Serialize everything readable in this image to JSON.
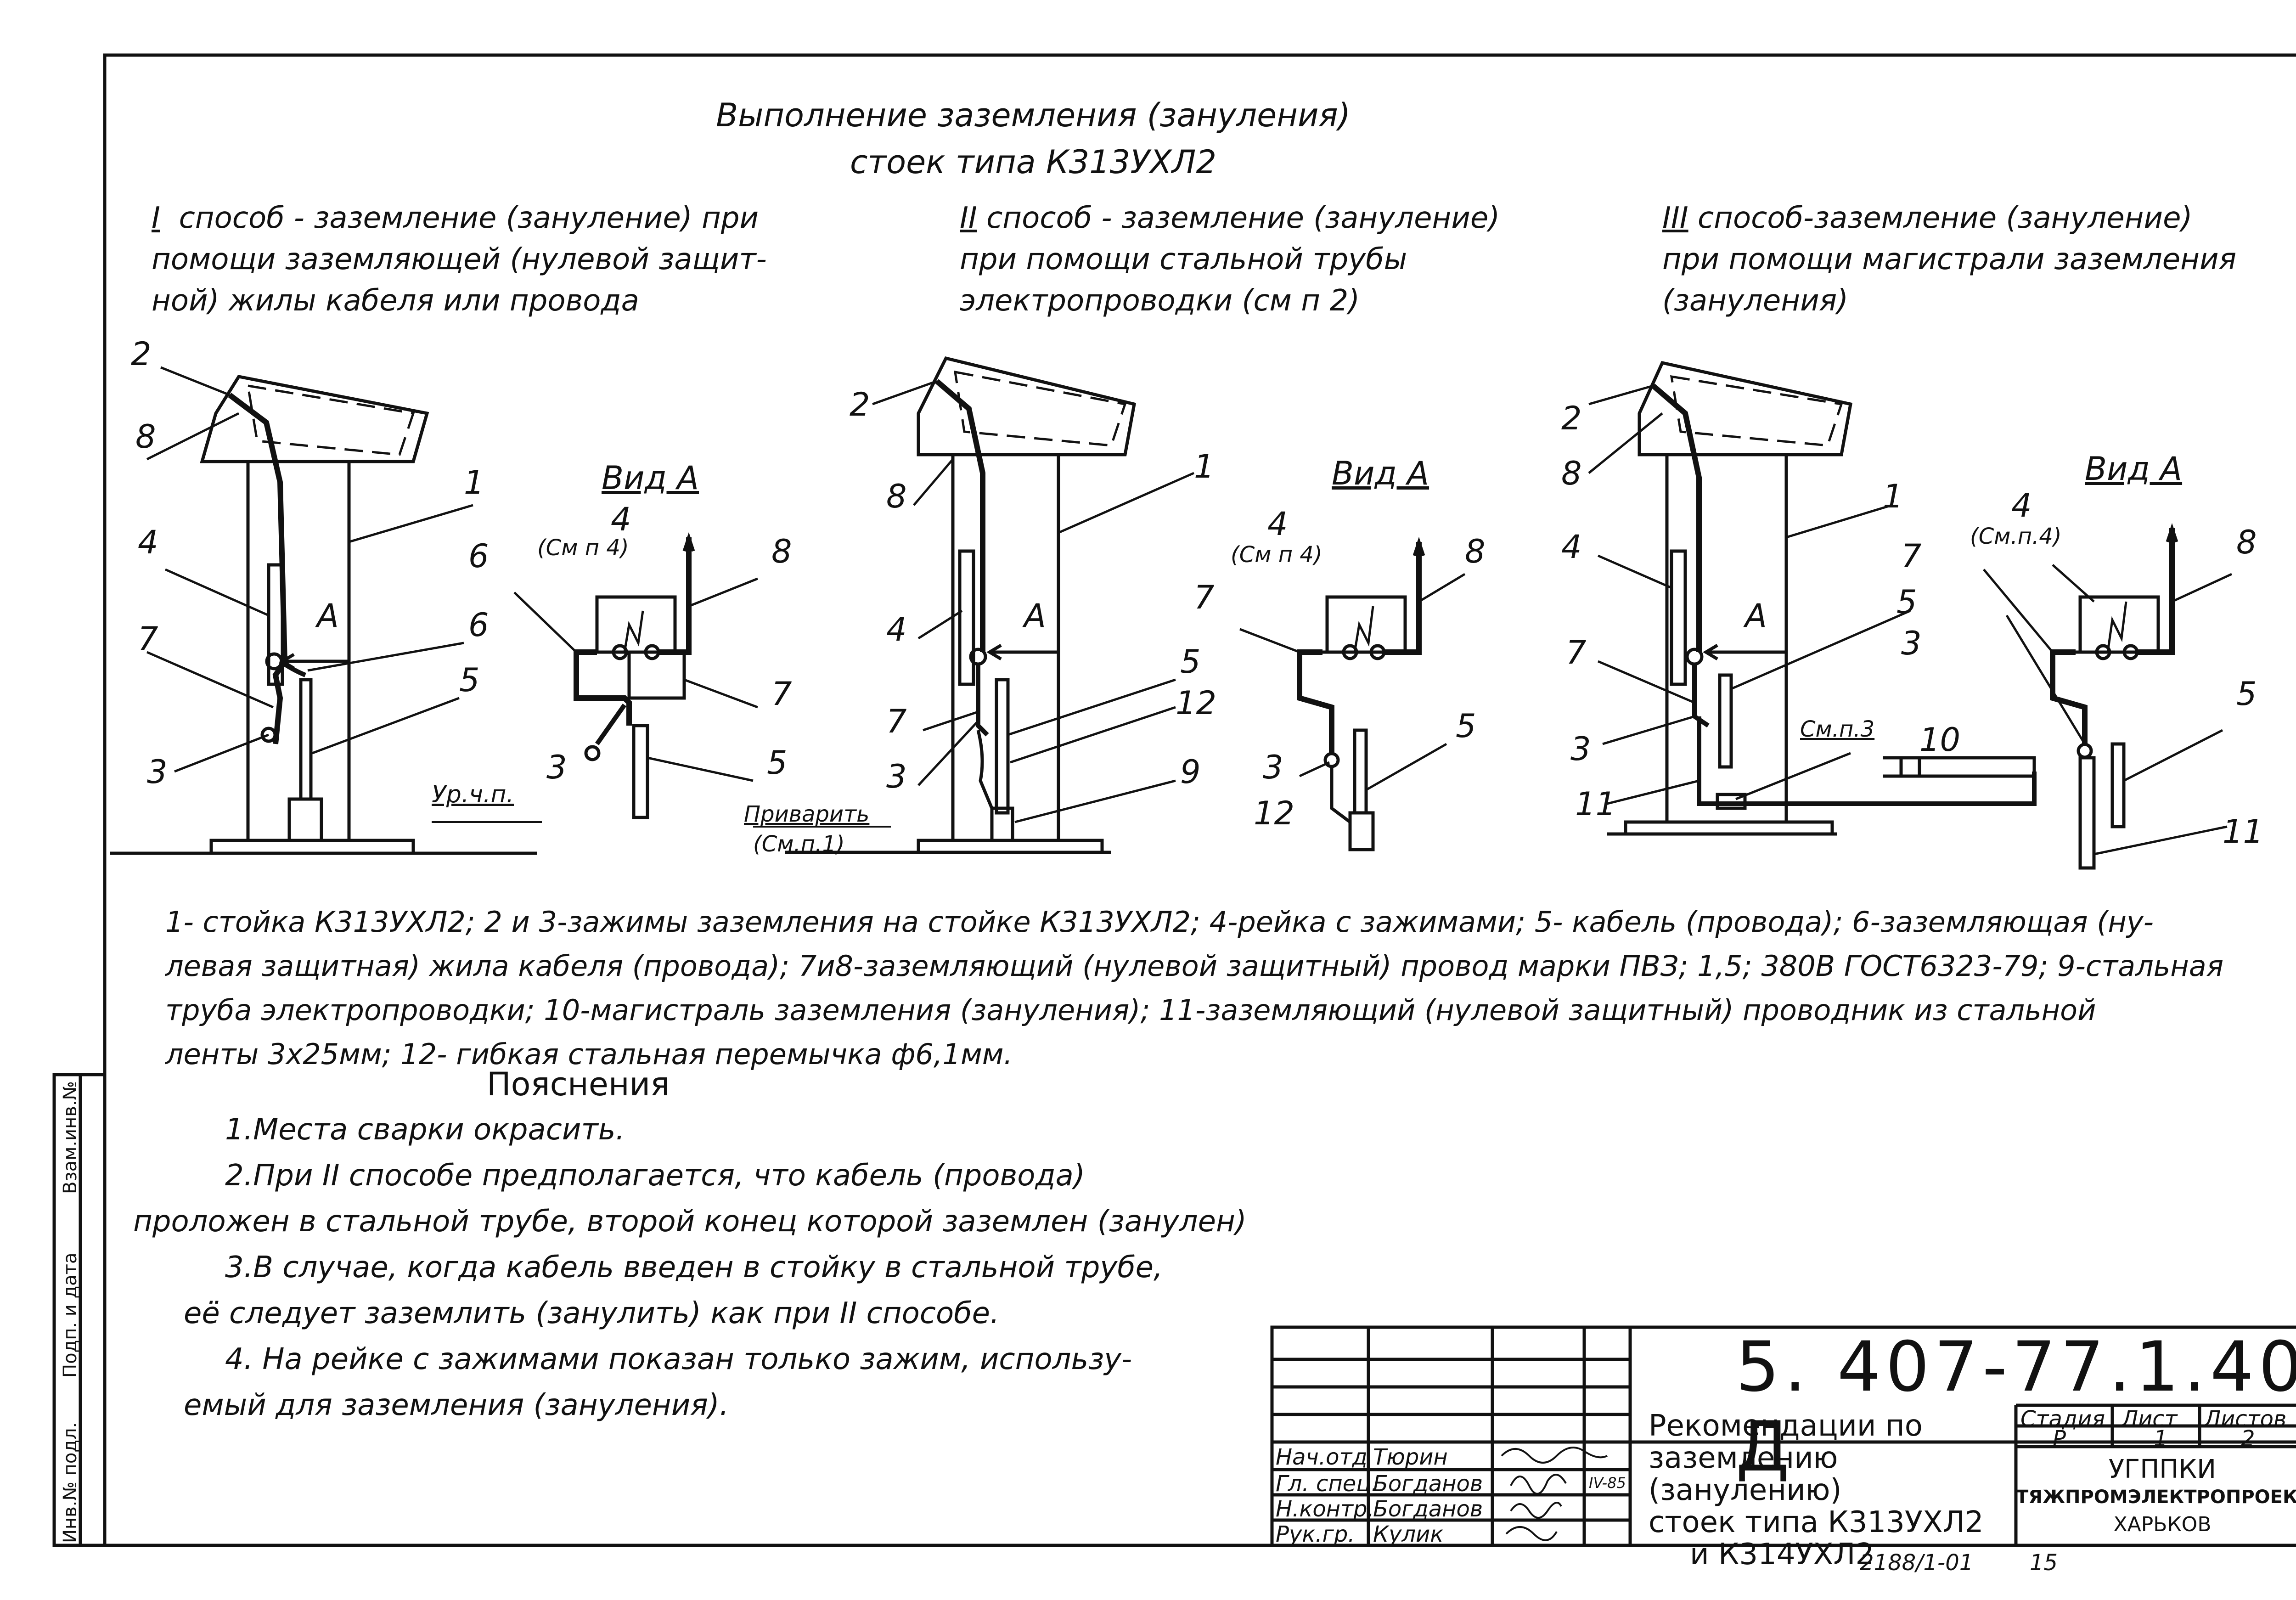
{
  "title": [
    "Выполнение заземления (зануления)",
    "стоек типа К313УХЛ2"
  ],
  "methods": [
    {
      "num": "I",
      "text": [
        "способ - заземление (зануление) при",
        "помощи заземляющей (нулевой защит-",
        "ной) жилы кабеля  или провода"
      ]
    },
    {
      "num": "II",
      "text": [
        "способ - заземление (зануление)",
        "при помощи стальной трубы",
        "электропроводки (см п 2)"
      ]
    },
    {
      "num": "III",
      "text": [
        "способ-заземление (зануление)",
        "при помощи магистрали заземления",
        "(зануления)"
      ]
    }
  ],
  "diagram_labels": {
    "view": "Вид А",
    "arrow_a": "А",
    "see_p4": "(См п 4)",
    "see_p4_dots": "(См.п.4)",
    "ground_level": "Ур.ч.п.",
    "weld": "Приварить",
    "see_p1": "(См.п.1)",
    "see_p3": "См.п.3",
    "n1": "1",
    "n2": "2",
    "n3": "3",
    "n4": "4",
    "n5": "5",
    "n6": "6",
    "n7": "7",
    "n8": "8",
    "n9": "9",
    "n10": "10",
    "n11": "11",
    "n12": "12"
  },
  "legend": [
    "1- стойка К313УХЛ2; 2 и 3-зажимы заземления на стойке К313УХЛ2; 4-рейка с зажимами; 5- кабель (провода); 6-заземляющая (ну-",
    "левая защитная) жила кабеля (провода); 7и8-заземляющий (нулевой защитный) провод марки ПВЗ; 1,5; 380В ГОСТ6323-79; 9-стальная",
    "труба электропроводки; 10-магистраль заземления (зануления); 11-заземляющий (нулевой защитный) проводник из стальной",
    "ленты 3х25мм; 12- гибкая стальная перемычка ф6,1мм."
  ],
  "notes_title": "Пояснения",
  "notes": [
    "1.Места сварки окрасить.",
    "2.При II способе предполагается, что кабель (провода)",
    "проложен в стальной трубе, второй конец которой заземлен (занулен)",
    "3.В случае, когда кабель введен в стойку в стальной трубе,",
    "её следует заземлить (занулить) как при II способе.",
    "4. На рейке с зажимами показан только зажим, использу-",
    "емый для заземления (зануления)."
  ],
  "title_block": {
    "code": "5. 407-77.1.40 Д",
    "doc_title": [
      "Рекомендации по",
      "заземлению (занулению)",
      "стоек типа К313УХЛ2",
      "и К314УХЛ2"
    ],
    "stage_h": "Стадия",
    "sheet_h": "Лист",
    "sheets_h": "Листов",
    "stage": "Р",
    "sheet": "1",
    "sheets": "2",
    "org": [
      "УГППКИ",
      "ТЯЖПРОМЭЛЕКТРОПРОЕКТ",
      "ХАРЬКОВ"
    ],
    "signers": [
      {
        "role": "Нач.отд",
        "name": "Тюрин"
      },
      {
        "role": "Гл. спец.",
        "name": "Богданов"
      },
      {
        "role": "Н.контр.",
        "name": "Богданов"
      },
      {
        "role": "Рук.гр.",
        "name": "Кулик"
      }
    ],
    "date": "IV-85"
  },
  "side_stamp": [
    "Инв.№ подл.",
    "Подп. и дата",
    "Взам.инв.№"
  ],
  "footer": {
    "copy": "2188/1-01",
    "page": "15"
  }
}
